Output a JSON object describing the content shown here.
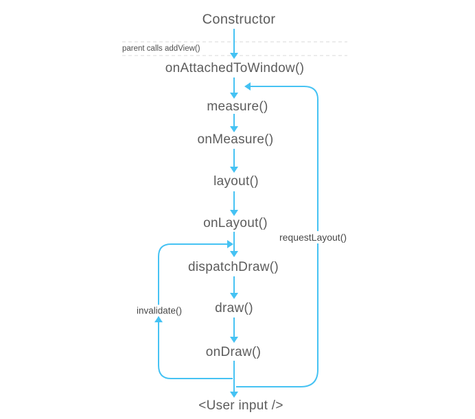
{
  "flow": {
    "nodes": [
      {
        "id": "constructor",
        "label": "Constructor"
      },
      {
        "id": "on-attached-to-window",
        "label": "onAttachedToWindow()"
      },
      {
        "id": "measure",
        "label": "measure()"
      },
      {
        "id": "on-measure",
        "label": "onMeasure()"
      },
      {
        "id": "layout",
        "label": "layout()"
      },
      {
        "id": "on-layout",
        "label": "onLayout()"
      },
      {
        "id": "dispatch-draw",
        "label": "dispatchDraw()"
      },
      {
        "id": "draw",
        "label": "draw()"
      },
      {
        "id": "on-draw",
        "label": "onDraw()"
      },
      {
        "id": "user-input",
        "label": "<User input />"
      }
    ],
    "edge_labels": {
      "parent_calls": "parent calls addView()",
      "request_layout": "requestLayout()",
      "invalidate": "invalidate()"
    },
    "edges": [
      {
        "from": "Constructor",
        "to": "onAttachedToWindow()",
        "note": "parent calls addView()"
      },
      {
        "from": "onAttachedToWindow()",
        "to": "measure()"
      },
      {
        "from": "measure()",
        "to": "onMeasure()"
      },
      {
        "from": "onMeasure()",
        "to": "layout()"
      },
      {
        "from": "layout()",
        "to": "onLayout()"
      },
      {
        "from": "onLayout()",
        "to": "dispatchDraw()"
      },
      {
        "from": "dispatchDraw()",
        "to": "draw()"
      },
      {
        "from": "draw()",
        "to": "onDraw()"
      },
      {
        "from": "onDraw()",
        "to": "<User input />"
      },
      {
        "from": "<User input />",
        "to": "measure()",
        "label": "requestLayout()"
      },
      {
        "from": "<User input />",
        "to": "dispatchDraw()",
        "label": "invalidate()"
      }
    ],
    "colors": {
      "arrow": "#45C2F3",
      "node_text": "#5C5C5C",
      "edge_label_text": "#484848",
      "dashed_line": "#D9D9D9",
      "background": "#FFFFFF"
    }
  }
}
